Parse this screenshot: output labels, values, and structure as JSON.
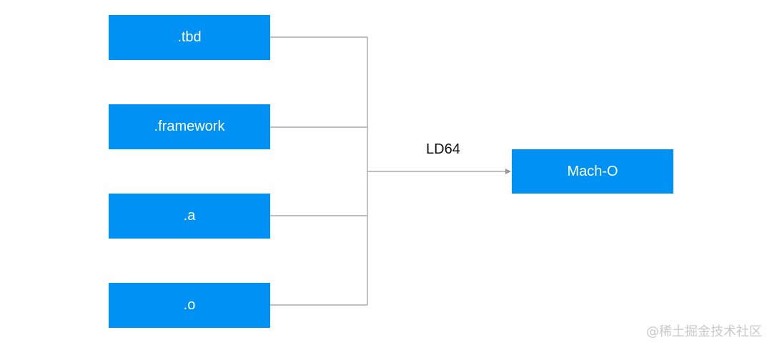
{
  "inputs": [
    ".tbd",
    ".framework",
    ".a",
    ".o"
  ],
  "output": "Mach-O",
  "edge_label": "LD64",
  "watermark": "@稀土掘金技术社区",
  "colors": {
    "box_fill": "#0091f4",
    "box_text": "#ffffff",
    "connector": "#999999",
    "label_text": "#111111",
    "watermark_text": "#c9c9c9"
  }
}
